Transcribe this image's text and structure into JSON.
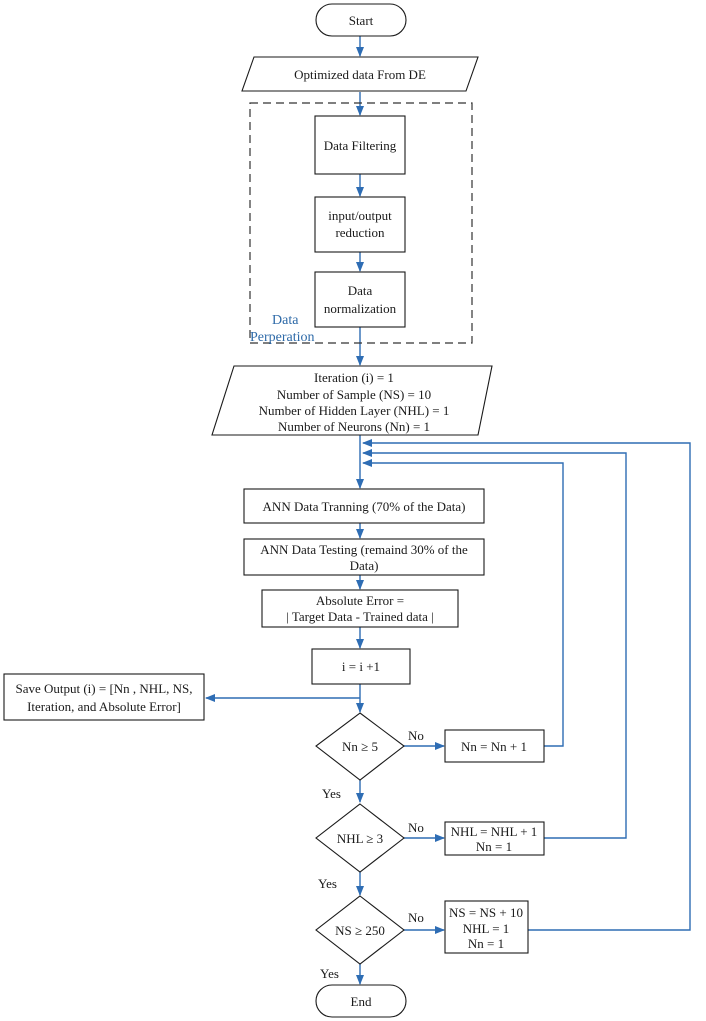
{
  "colors": {
    "arrow": "#2e6db4",
    "annotation": "#2e6aa8",
    "stroke": "#1a1a1a"
  },
  "start": "Start",
  "input": "Optimized data From DE",
  "prep": {
    "label_line1": "Data",
    "label_line2": "Perperation",
    "filtering": "Data Filtering",
    "reduction": [
      "input/output",
      "reduction"
    ],
    "normalization": [
      "Data",
      "normalization"
    ]
  },
  "init": [
    "Iteration (i) = 1",
    "Number of Sample (NS) = 10",
    "Number of Hidden Layer (NHL) = 1",
    "Number of Neurons (Nn) = 1"
  ],
  "training": "ANN Data Tranning (70%  of the Data)",
  "testing": [
    "ANN Data Testing (remaind 30% of the",
    "Data)"
  ],
  "error": [
    "Absolute Error =",
    "| Target Data - Trained data |"
  ],
  "increment": "i = i +1",
  "save": [
    "Save Output (i) = [Nn , NHL, NS,",
    "Iteration, and Absolute Error]"
  ],
  "decisions": {
    "nn": {
      "cond": "Nn ≥ 5",
      "no": "No",
      "yes": "Yes",
      "action": [
        "Nn = Nn + 1"
      ]
    },
    "nhl": {
      "cond": "NHL ≥ 3",
      "no": "No",
      "yes": "Yes",
      "action": [
        "NHL = NHL + 1",
        "Nn = 1"
      ]
    },
    "ns": {
      "cond": "NS ≥ 250",
      "no": "No",
      "yes": "Yes",
      "action": [
        "NS = NS + 10",
        "NHL = 1",
        "Nn = 1"
      ]
    }
  },
  "end": "End"
}
